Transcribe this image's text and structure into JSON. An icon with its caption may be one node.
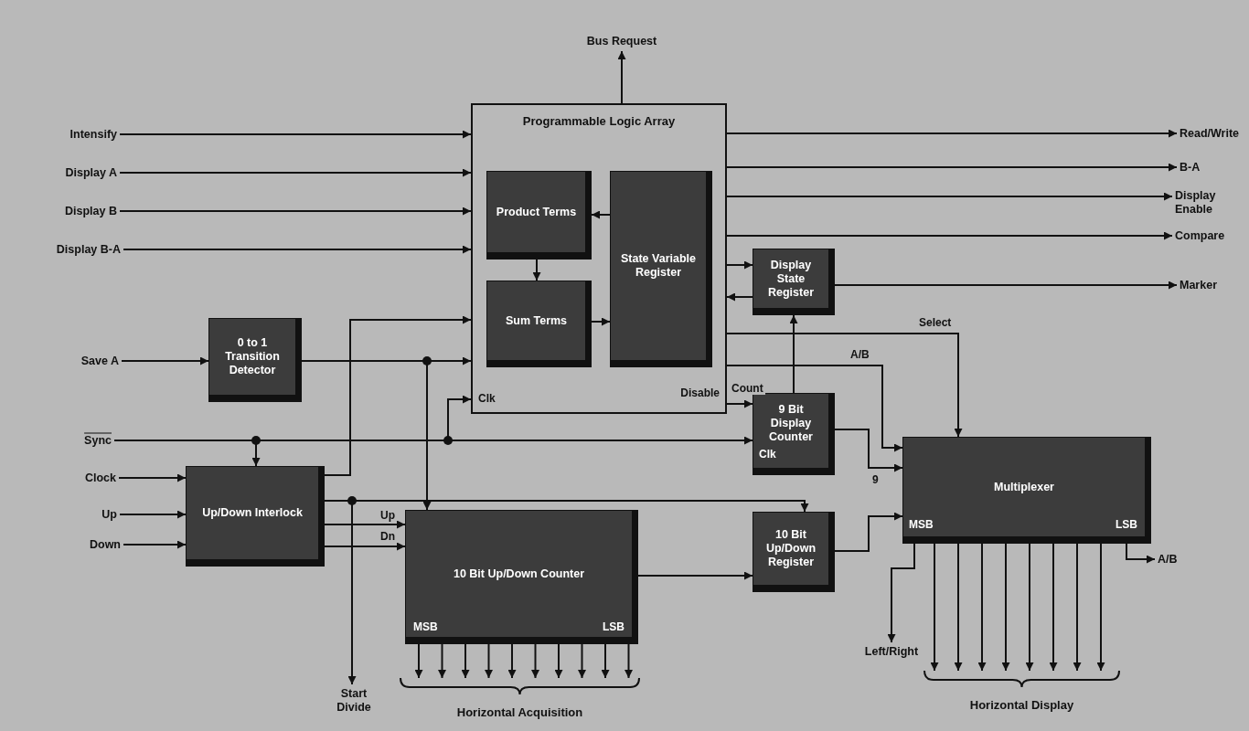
{
  "diagram": {
    "nodes": [
      {
        "text": [
          "Programmable Logic Array",
          "Disable",
          "Clk"
        ]
      },
      {
        "text": [
          "Product Terms"
        ],
        "in": 0
      },
      {
        "text": [
          "Sum Terms"
        ],
        "in": 0
      },
      {
        "text": [
          "State Variable Register"
        ],
        "in": 0
      },
      {
        "text": [
          "0 to 1 Transition Detector"
        ]
      },
      {
        "text": [
          "Up/Down Interlock"
        ]
      },
      {
        "text": [
          "10 Bit Up/Down Counter",
          "MSB",
          "LSB"
        ]
      },
      {
        "text": [
          "Display State Register"
        ]
      },
      {
        "text": [
          "9 Bit Display Counter",
          "Clk"
        ]
      },
      {
        "text": [
          "10 Bit Up/Down Register"
        ]
      },
      {
        "text": [
          "Multiplexer",
          "MSB",
          "LSB"
        ]
      },
      {
        "text": [
          "Intensify"
        ]
      },
      {
        "text": [
          "Display A"
        ]
      },
      {
        "text": [
          "Display B"
        ]
      },
      {
        "text": [
          "Display B-A"
        ]
      },
      {
        "text": [
          "Save A"
        ]
      },
      {
        "text": [
          "Sync"
        ]
      },
      {
        "text": [
          "Clock"
        ]
      },
      {
        "text": [
          "Up"
        ]
      },
      {
        "text": [
          "Down"
        ]
      },
      {
        "text": [
          "Bus Request"
        ]
      },
      {
        "text": [
          "Read/Write"
        ]
      },
      {
        "text": [
          "B-A"
        ]
      },
      {
        "text": [
          "Display Enable"
        ]
      },
      {
        "text": [
          "Compare"
        ]
      },
      {
        "text": [
          "Marker"
        ]
      },
      {
        "text": [
          "Start Divide"
        ]
      },
      {
        "text": [
          "Left/Right"
        ]
      },
      {
        "text": [
          "A/B"
        ]
      },
      {
        "text": [
          "Horizontal Acquisition"
        ]
      },
      {
        "text": [
          "Horizontal Display"
        ]
      }
    ],
    "edges": [
      {
        "from": 11,
        "to": 0,
        "arrow": "to"
      },
      {
        "from": 12,
        "to": 0,
        "arrow": "to"
      },
      {
        "from": 13,
        "to": 0,
        "arrow": "to"
      },
      {
        "from": 14,
        "to": 0,
        "arrow": "to"
      },
      {
        "from": 0,
        "to": 20,
        "arrow": "to"
      },
      {
        "from": 0,
        "to": 21,
        "arrow": "to"
      },
      {
        "from": 0,
        "to": 22,
        "arrow": "to"
      },
      {
        "from": 0,
        "to": 23,
        "arrow": "to"
      },
      {
        "from": 0,
        "to": 24,
        "arrow": "to"
      },
      {
        "from": 3,
        "to": 1,
        "arrow": "to"
      },
      {
        "from": 1,
        "to": 2,
        "arrow": "to"
      },
      {
        "from": 2,
        "to": 3,
        "arrow": "to"
      },
      {
        "from": 0,
        "to": 7,
        "arrow": "to"
      },
      {
        "from": 7,
        "to": 0,
        "arrow": "to"
      },
      {
        "from": 7,
        "to": 25,
        "arrow": "to"
      },
      {
        "from": 8,
        "to": 7,
        "arrow": "to"
      },
      {
        "from": 15,
        "to": 4,
        "arrow": "to"
      },
      {
        "from": 4,
        "to": 0,
        "arrow": "to"
      },
      {
        "from": 4,
        "to": 6,
        "arrow": "to"
      },
      {
        "from": 5,
        "to": 0,
        "arrow": "to"
      },
      {
        "from": 16,
        "to": 5,
        "arrow": "to"
      },
      {
        "from": 16,
        "to": 0,
        "arrow": "to"
      },
      {
        "from": 16,
        "to": 8,
        "arrow": "to"
      },
      {
        "from": 17,
        "to": 5,
        "arrow": "to"
      },
      {
        "from": 18,
        "to": 5,
        "arrow": "to"
      },
      {
        "from": 19,
        "to": 5,
        "arrow": "to"
      },
      {
        "from": 5,
        "to": 6,
        "arrow": "to",
        "label": "Up"
      },
      {
        "from": 5,
        "to": 6,
        "arrow": "to",
        "label": "Dn"
      },
      {
        "from": 5,
        "to": 26,
        "arrow": "to"
      },
      {
        "from": 5,
        "to": 9,
        "arrow": "to"
      },
      {
        "from": 6,
        "to": 9,
        "arrow": "to"
      },
      {
        "from": 0,
        "to": 8,
        "arrow": "to",
        "label": "Count"
      },
      {
        "from": 0,
        "to": 10,
        "arrow": "to",
        "label": "Select"
      },
      {
        "from": 0,
        "to": 10,
        "arrow": "to",
        "label": "A/B"
      },
      {
        "from": 8,
        "to": 10,
        "arrow": "to",
        "label": "9"
      },
      {
        "from": 9,
        "to": 10,
        "arrow": "to"
      },
      {
        "from": 10,
        "to": 27,
        "arrow": "to"
      },
      {
        "from": 10,
        "to": 28,
        "arrow": "to"
      },
      {
        "from": 6,
        "to": 29,
        "arrow": "to"
      },
      {
        "from": 6,
        "to": 29,
        "arrow": "to"
      },
      {
        "from": 6,
        "to": 29,
        "arrow": "to"
      },
      {
        "from": 6,
        "to": 29,
        "arrow": "to"
      },
      {
        "from": 6,
        "to": 29,
        "arrow": "to"
      },
      {
        "from": 6,
        "to": 29,
        "arrow": "to"
      },
      {
        "from": 6,
        "to": 29,
        "arrow": "to"
      },
      {
        "from": 6,
        "to": 29,
        "arrow": "to"
      },
      {
        "from": 6,
        "to": 29,
        "arrow": "to"
      },
      {
        "from": 6,
        "to": 29,
        "arrow": "to"
      },
      {
        "from": 10,
        "to": 30,
        "arrow": "to"
      },
      {
        "from": 10,
        "to": 30,
        "arrow": "to"
      },
      {
        "from": 10,
        "to": 30,
        "arrow": "to"
      },
      {
        "from": 10,
        "to": 30,
        "arrow": "to"
      },
      {
        "from": 10,
        "to": 30,
        "arrow": "to"
      },
      {
        "from": 10,
        "to": 30,
        "arrow": "to"
      },
      {
        "from": 10,
        "to": 30,
        "arrow": "to"
      },
      {
        "from": 10,
        "to": 30,
        "arrow": "to"
      }
    ]
  }
}
